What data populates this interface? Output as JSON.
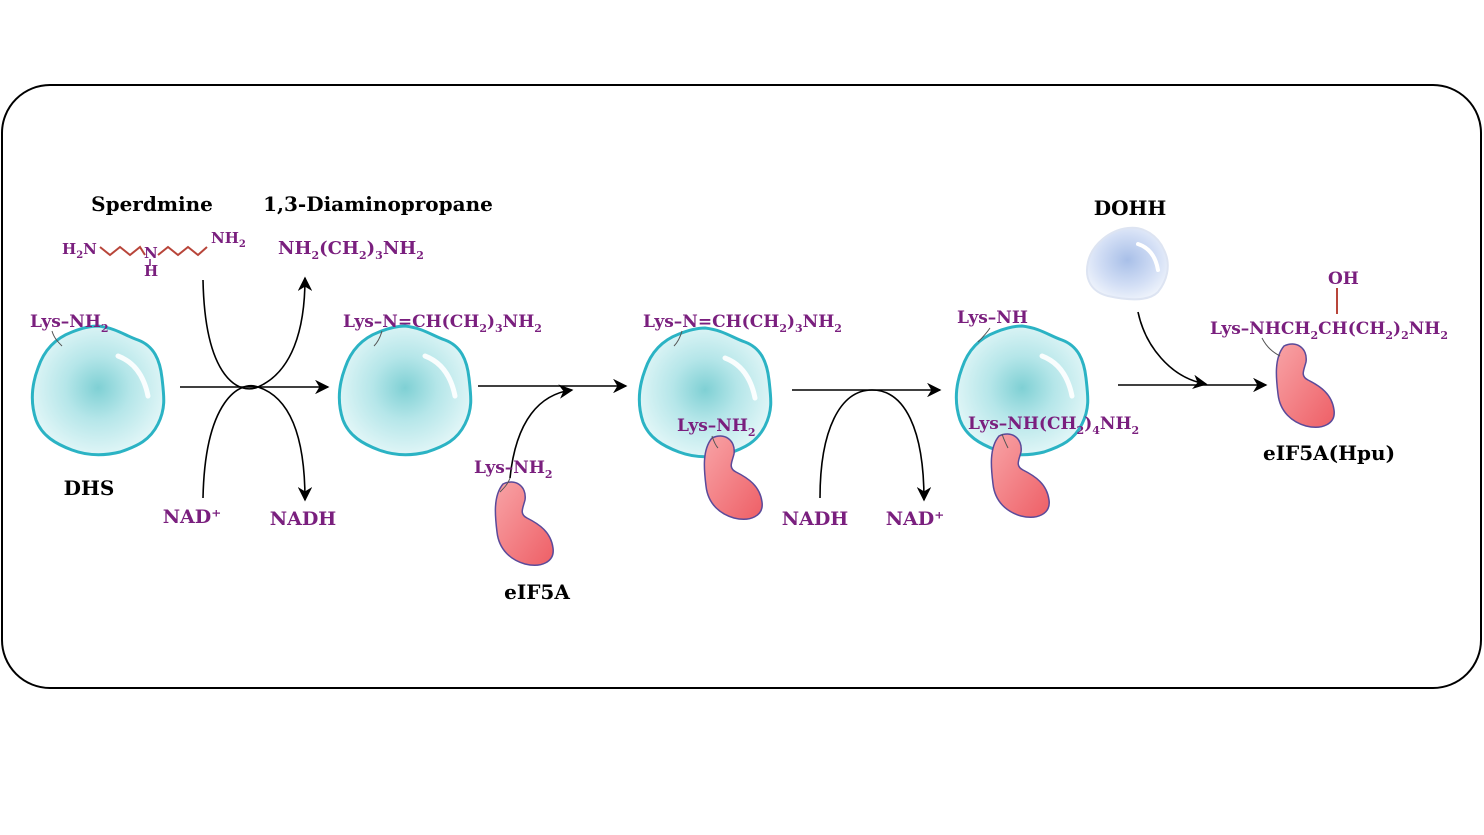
{
  "labels": {
    "spermidine": "Sperdmine",
    "diaminopropane": "1,3-Diaminopropane",
    "dhs": "DHS",
    "nad_plus_1": "NAD⁺",
    "nadh_1": "NADH",
    "eif5a": "eIF5A",
    "nadh_2": "NADH",
    "nad_plus_2": "NAD⁺",
    "dohh": "DOHH",
    "eif5a_hpu": "eIF5A(Hpu)"
  },
  "chem": {
    "spermidine_h2n": "H",
    "spermidine_h2n_sub": "2",
    "spermidine_h2n_n": "N",
    "spermidine_nh": "N",
    "spermidine_nh_h": "H",
    "spermidine_nh2": "NH",
    "spermidine_nh2_sub": "2",
    "dap_a": "NH",
    "dap_b": "(CH",
    "dap_c": ")",
    "dap_d": "NH",
    "sub2": "2",
    "sub3": "3",
    "sub4": "4",
    "lys_nh2_a": "Lys–NH",
    "imine_a": "Lys–N=CH(CH",
    "imine_b": ")",
    "imine_c": "NH",
    "lys_nh": "Lys–NH",
    "dhp_a": "Lys–NH(CH",
    "dhp_b": ")",
    "dhp_c": "NH",
    "hpu_a": "Lys–NHCH",
    "hpu_b": "CH(CH",
    "hpu_c": ")",
    "hpu_d": "NH",
    "oh": "OH"
  },
  "colors": {
    "enzyme_fill": "#8fd6dc",
    "enzyme_stroke": "#2bb3c4",
    "protein_fill": "#f3777c",
    "protein_stroke": "#5a4a9a",
    "dohh_fill": "#c9d6f2",
    "label_purple": "#7a1f7e",
    "bond_red": "#b8453a"
  }
}
